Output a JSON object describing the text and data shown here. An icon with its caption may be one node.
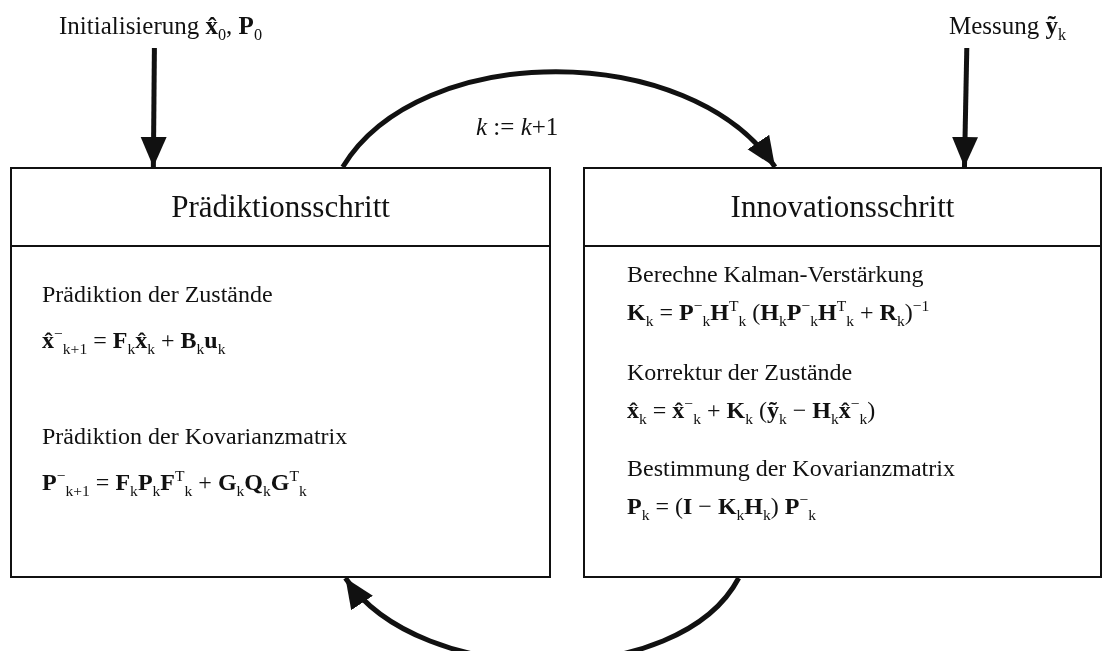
{
  "diagram": {
    "nodes": [
      {
        "text": [
          "Initialisierung **x̂**$_{0}$, **P**$_{0}$"
        ]
      },
      {
        "text": [
          "Messung **ỹ**$_{k}$"
        ]
      },
      {
        "text": [
          "Prädiktionsschritt",
          "Prädiktion der Zustände",
          "**x̂**$^{−}$$_{k+1}$ = **F**$_{k}$**x̂**$_{k}$ + **B**$_{k}$**u**$_{k}$",
          "Prädiktion der Kovarianzmatrix",
          "**P**$^{−}$$_{k+1}$ = **F**$_{k}$**P**$_{k}$**F**$^{T}$$_{k}$ + **G**$_{k}$**Q**$_{k}$**G**$^{T}$$_{k}$"
        ]
      },
      {
        "text": [
          "Innovationsschritt",
          "Berechne Kalman-Verstärkung",
          "**K**$_{k}$ = **P**$^{−}$$_{k}$**H**$^{T}$$_{k}$ (**H**$_{k}$**P**$^{−}$$_{k}$**H**$^{T}$$_{k}$ + **R**$_{k}$)$^{−1}$",
          "Korrektur der Zustände",
          "**x̂**$_{k}$ = **x̂**$^{−}$$_{k}$ + **K**$_{k}$ (**ỹ**$_{k}$ − **H**$_{k}$**x̂**$^{−}$$_{k}$)",
          "Bestimmung der Kovarianzmatrix",
          "**P**$_{k}$ = (**I** − **K**$_{k}$**H**$_{k}$) **P**$^{−}$$_{k}$"
        ]
      }
    ],
    "edges": [
      {
        "from": 0,
        "to": 2,
        "arrow": "to"
      },
      {
        "from": 1,
        "to": 3,
        "arrow": "to"
      },
      {
        "from": 2,
        "to": 3,
        "arrow": "to",
        "label": "*k* := *k*+1"
      },
      {
        "from": 3,
        "to": 2,
        "arrow": "to"
      }
    ]
  }
}
